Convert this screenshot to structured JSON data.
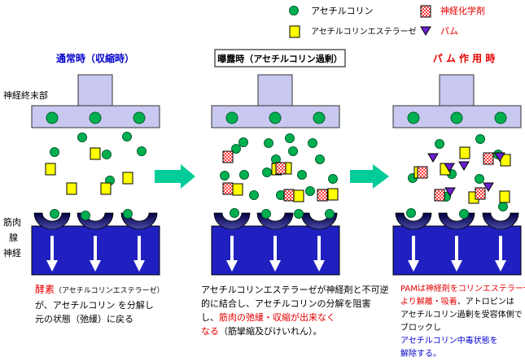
{
  "legend": {
    "acetylcholine": "アセチルコリン",
    "esterase": "アセチルコリンエステラーゼ",
    "nerve_agent": "神経化学剤",
    "pam": "パム"
  },
  "panels": [
    {
      "title": "通常時（収縮時）"
    },
    {
      "title": "曝露時（アセチルコリン過剰）"
    },
    {
      "title": "パ ム 作 用 時"
    }
  ],
  "labels": {
    "nerve_terminal": "神経終末部",
    "muscle": "筋肉",
    "gland": "腺",
    "nerve": "神経"
  },
  "captions": {
    "normal": {
      "l1a": "酵素",
      "l1b": "（アセチルコリンエステラーゼ）",
      "l2": "が、アセチルコリン を分解し",
      "l3": "元の状態（弛緩）に戻る"
    },
    "exposure": {
      "l1": "アセチルコリンエステラーゼが神経剤と不可逆",
      "l2": "的に結合し、アセチルコリンの分解を阻害",
      "l3a": "し、",
      "l3b": "筋肉の弛緩・収縮が出来なく",
      "l4a": "なる",
      "l4b": "（筋攣縮及びけいれん）。"
    },
    "pam": {
      "l1": "PAMは神経剤をコリンエステラーゼ",
      "l2a": "より解離・吸着",
      "l2b": "、アトロピンは",
      "l3": "アセチルコリン過剰を受容体側で",
      "l4a": "ブロックし",
      "l4b": "アセチルコリン中毒状態を",
      "l5": "解除する。"
    }
  },
  "colors": {
    "acetylcholine": "#00b050",
    "esterase": "#ffff00",
    "nerve_agent": "#ff3333",
    "pam": "#6a1fd0",
    "terminal": "#c8c8f0",
    "muscle_tissue": "#2020c0",
    "receptor": "#000060",
    "arrow": "#00cc99",
    "title_blue": "#0000cc",
    "title_red": "#e60000"
  }
}
